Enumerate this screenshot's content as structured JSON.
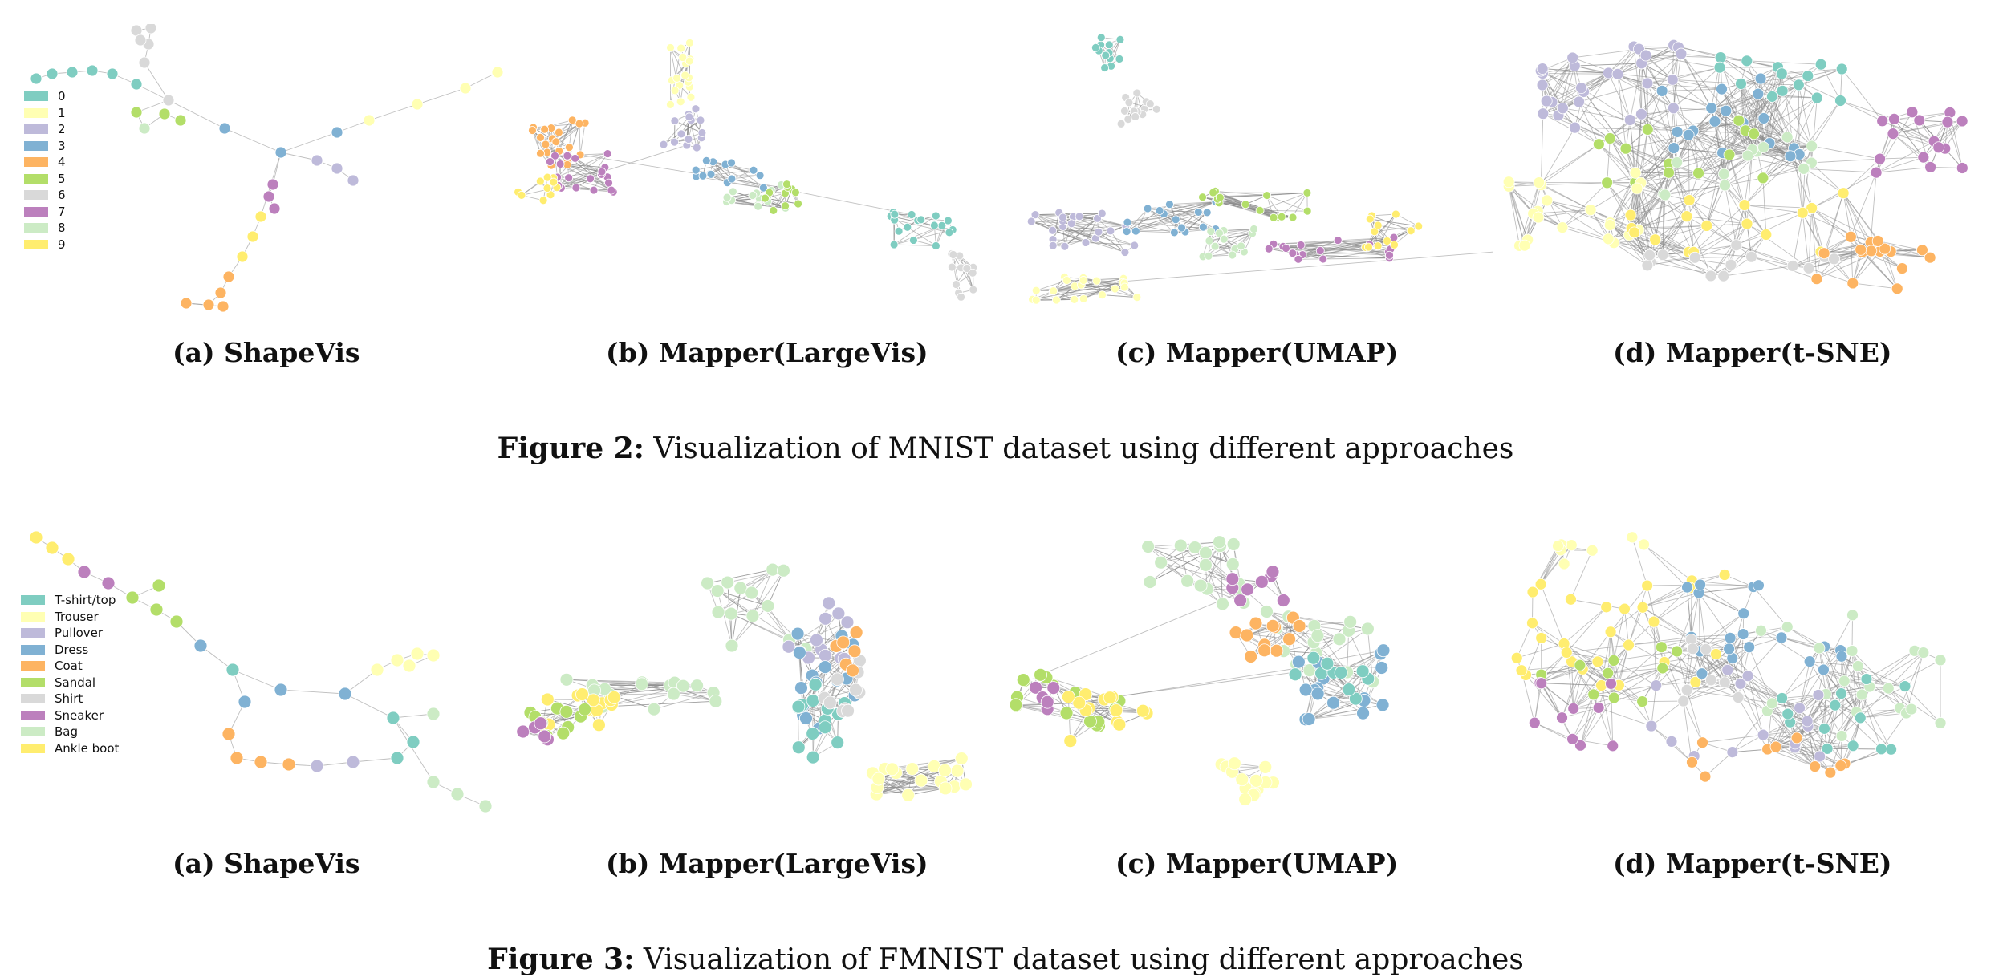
{
  "figures": [
    {
      "label": "Figure 2:",
      "caption": "Visualization of MNIST dataset using different approaches",
      "panels": [
        {
          "caption": "(a) ShapeVis"
        },
        {
          "caption": "(b) Mapper(LargeVis)"
        },
        {
          "caption": "(c) Mapper(UMAP)"
        },
        {
          "caption": "(d) Mapper(t-SNE)"
        }
      ],
      "legend": [
        {
          "label": "0",
          "color": "#7fcdc1"
        },
        {
          "label": "1",
          "color": "#ffffb3"
        },
        {
          "label": "2",
          "color": "#bebada"
        },
        {
          "label": "3",
          "color": "#80b1d3"
        },
        {
          "label": "4",
          "color": "#fdb462"
        },
        {
          "label": "5",
          "color": "#b3de69"
        },
        {
          "label": "6",
          "color": "#d9d9d9"
        },
        {
          "label": "7",
          "color": "#bc80bd"
        },
        {
          "label": "8",
          "color": "#ccebc5"
        },
        {
          "label": "9",
          "color": "#ffed6f"
        }
      ]
    },
    {
      "label": "Figure 3:",
      "caption": "Visualization of FMNIST dataset using different approaches",
      "panels": [
        {
          "caption": "(a) ShapeVis"
        },
        {
          "caption": "(b) Mapper(LargeVis)"
        },
        {
          "caption": "(c) Mapper(UMAP)"
        },
        {
          "caption": "(d) Mapper(t-SNE)"
        }
      ],
      "legend": [
        {
          "label": "T-shirt/top",
          "color": "#7fcdc1"
        },
        {
          "label": "Trouser",
          "color": "#ffffb3"
        },
        {
          "label": "Pullover",
          "color": "#bebada"
        },
        {
          "label": "Dress",
          "color": "#80b1d3"
        },
        {
          "label": "Coat",
          "color": "#fdb462"
        },
        {
          "label": "Sandal",
          "color": "#b3de69"
        },
        {
          "label": "Shirt",
          "color": "#d9d9d9"
        },
        {
          "label": "Sneaker",
          "color": "#bc80bd"
        },
        {
          "label": "Bag",
          "color": "#ccebc5"
        },
        {
          "label": "Ankle boot",
          "color": "#ffed6f"
        }
      ]
    }
  ]
}
